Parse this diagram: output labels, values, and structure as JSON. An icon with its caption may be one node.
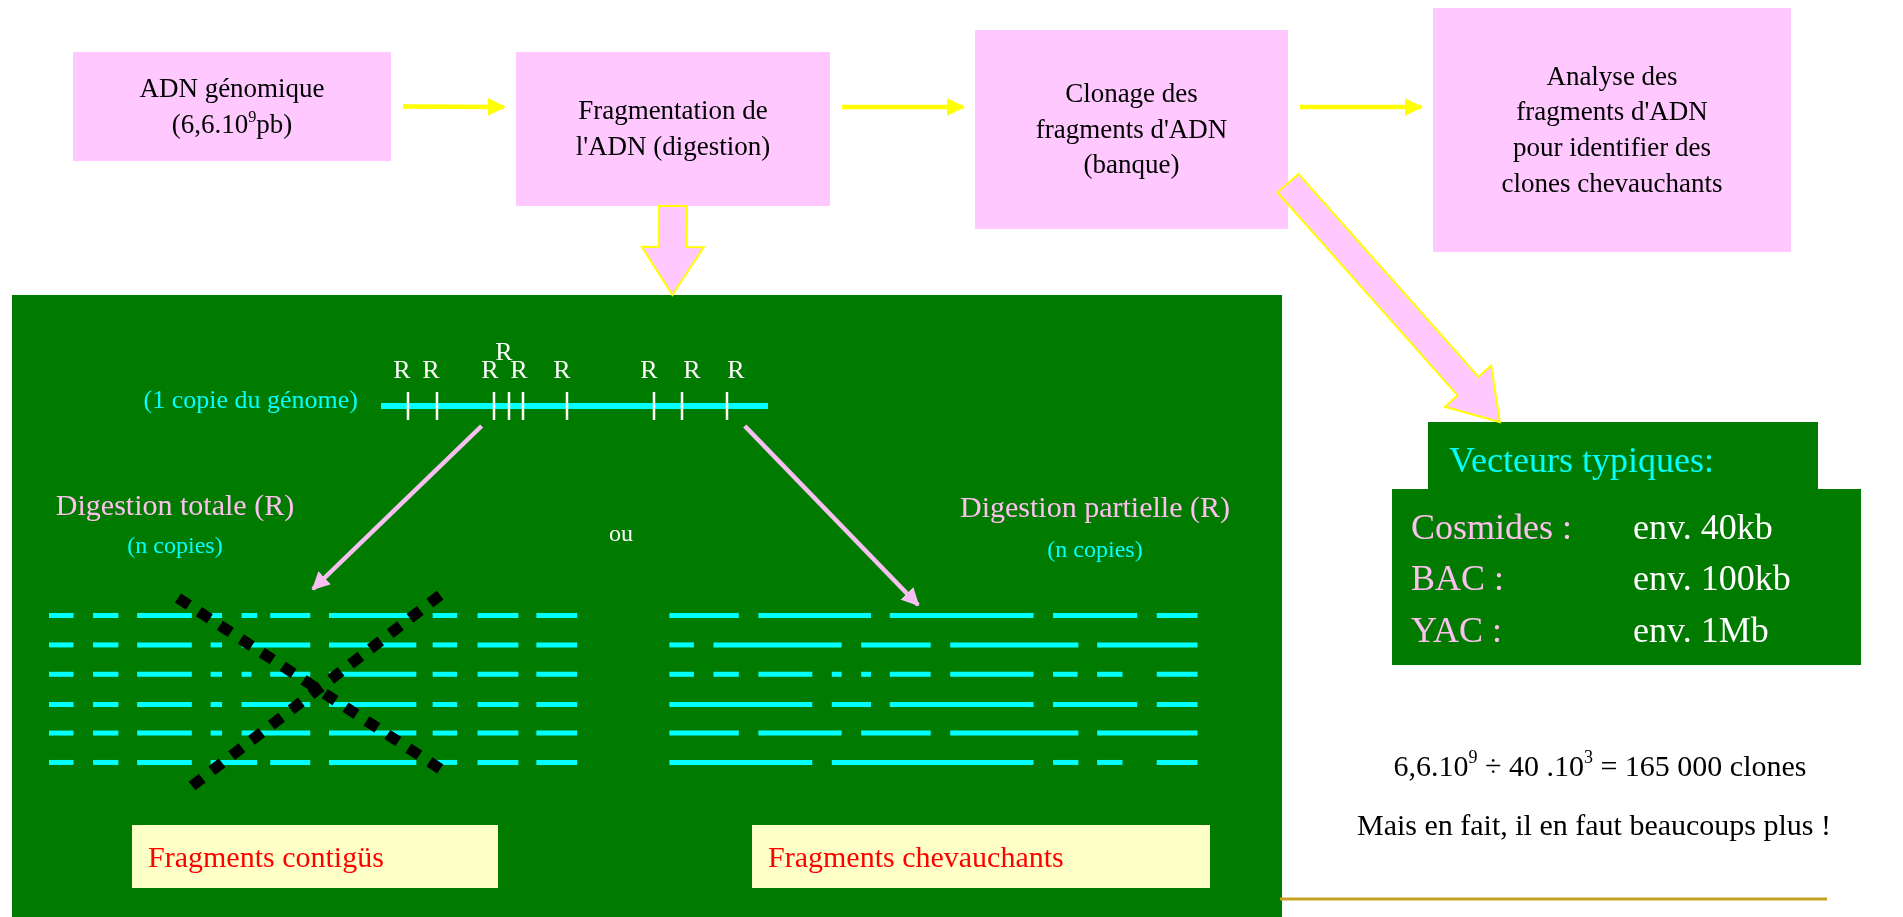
{
  "diagram": {
    "nodes": [
      {
        "text": [
          "ADN génomique (6,6.10$^{9}$pb)"
        ]
      },
      {
        "text": [
          "Fragmentation de l'ADN (digestion)"
        ]
      },
      {
        "text": [
          "Clonage des fragments d'ADN (banque)"
        ]
      },
      {
        "text": [
          "Analyse des fragments d'ADN pour identifier des clones chevauchants"
        ]
      },
      {
        "text": [],
        "shape": "box"
      },
      {
        "text": [],
        "shape": "bar",
        "in": 4,
        "beside": [
          "(1 copie du génome)",
          "R",
          "R",
          "R",
          "R",
          "R",
          "R",
          "R",
          "R",
          "R"
        ]
      },
      {
        "text": [],
        "shape": "bar",
        "in": 4,
        "beside": [
          "Digestion totale (R)",
          "(n copies)"
        ]
      },
      {
        "text": [],
        "shape": "bar",
        "in": 4,
        "beside": [
          "Digestion partielle (R)",
          "(n copies)"
        ]
      },
      {
        "text": [
          "Fragments contigüs"
        ],
        "in": 4
      },
      {
        "text": [
          "Fragments chevauchants"
        ],
        "in": 4
      },
      {
        "text": [
          "Vecteurs typiques:",
          "Cosmides :",
          "env. 40kb",
          "BAC :",
          "env. 100kb",
          "YAC :",
          "env. 1Mb"
        ]
      }
    ],
    "edges": [
      {
        "from": 0,
        "to": 1,
        "arrow": "to"
      },
      {
        "from": 1,
        "to": 2,
        "arrow": "to"
      },
      {
        "from": 2,
        "to": 3,
        "arrow": "to"
      },
      {
        "from": 1,
        "to": 4,
        "arrow": "to",
        "style": "thick",
        "color": "#ffc8ff"
      },
      {
        "from": 2,
        "to": 10,
        "arrow": "to",
        "style": "thick",
        "color": "#ffc8ff"
      },
      {
        "from": 5,
        "to": 6,
        "arrow": "to",
        "color": "#f8c0f0"
      },
      {
        "from": 5,
        "to": 7,
        "arrow": "to",
        "color": "#f8c0f0"
      }
    ],
    "labels": [
      "ou",
      "6,6.10$^{9}$ ÷ 40 .10$^{3}$ = 165 000 clones",
      "Mais en fait, il en faut beaucoups plus !"
    ]
  }
}
